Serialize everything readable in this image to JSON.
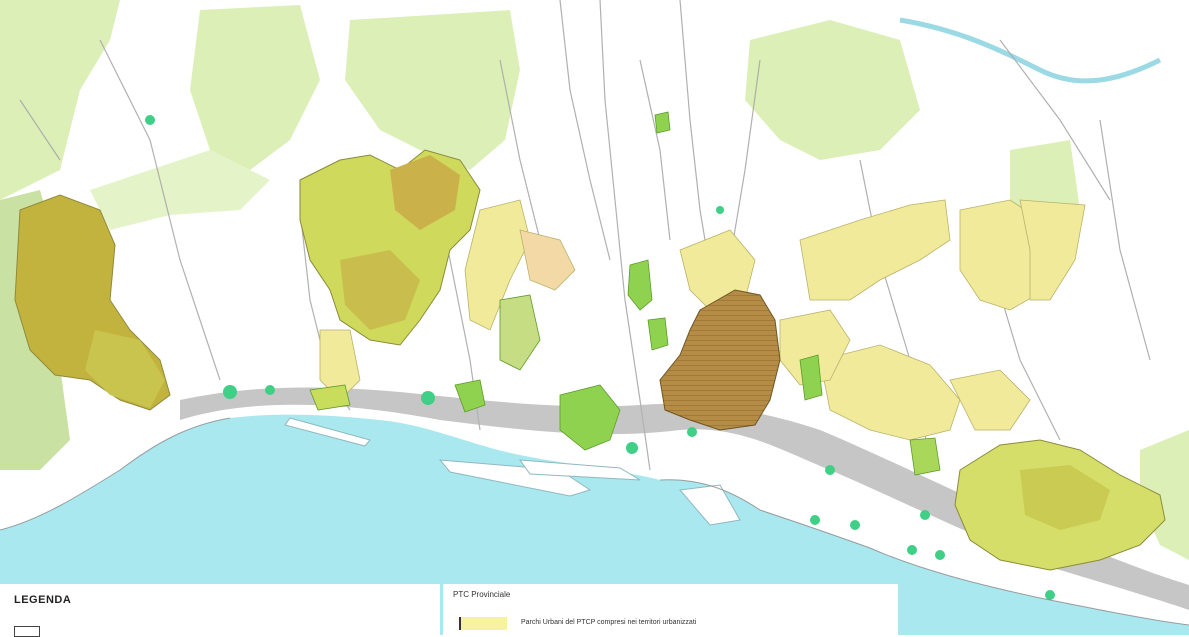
{
  "legend": {
    "title": "LEGENDA",
    "section_title": "PTC Provinciale",
    "items": [
      {
        "label": "Parchi Urbani del PTCP compresi nei territori urbanizzati",
        "color": "#f7f2a0"
      }
    ]
  },
  "colors": {
    "sea": "#a9e8ef",
    "land": "#ffffff",
    "forest_light": "#d8ecb0",
    "park_yellow": "#f1ec9a",
    "park_olive": "#c7d44f",
    "park_brown": "#b98f3f",
    "green_bright": "#7fd14a",
    "teal_spot": "#3fcf86",
    "urban_gray": "#9a9a9a"
  }
}
